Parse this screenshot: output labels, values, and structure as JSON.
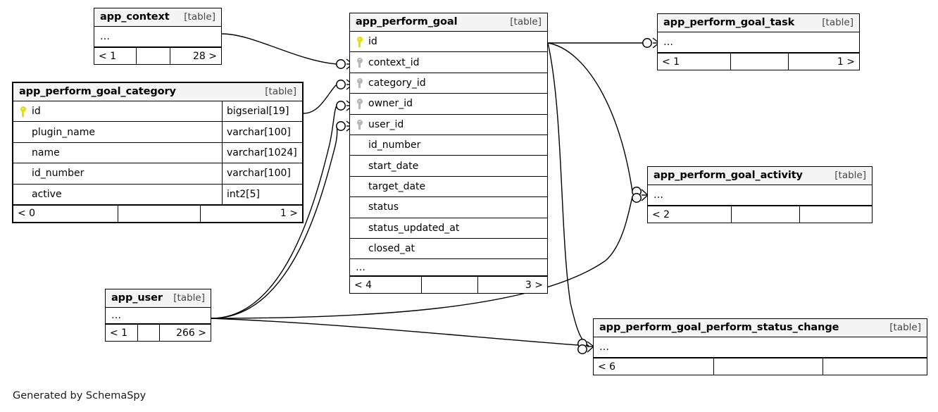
{
  "diagram": {
    "generator_note": "Generated by SchemaSpy",
    "table_tag": "[table]",
    "ellipsis": "…"
  },
  "tables": {
    "app_context": {
      "name": "app_context",
      "tag": "[table]",
      "rows": [
        {
          "name": "…",
          "type": "",
          "key": "none"
        }
      ],
      "footer": {
        "left": "< 1",
        "middle": "",
        "right": "28 >"
      }
    },
    "app_perform_goal": {
      "name": "app_perform_goal",
      "tag": "[table]",
      "rows": [
        {
          "name": "id",
          "type": "",
          "key": "pk"
        },
        {
          "name": "context_id",
          "type": "",
          "key": "fk"
        },
        {
          "name": "category_id",
          "type": "",
          "key": "fk"
        },
        {
          "name": "owner_id",
          "type": "",
          "key": "fk"
        },
        {
          "name": "user_id",
          "type": "",
          "key": "fk"
        },
        {
          "name": "id_number",
          "type": "",
          "key": "none"
        },
        {
          "name": "start_date",
          "type": "",
          "key": "none"
        },
        {
          "name": "target_date",
          "type": "",
          "key": "none"
        },
        {
          "name": "status",
          "type": "",
          "key": "none"
        },
        {
          "name": "status_updated_at",
          "type": "",
          "key": "none"
        },
        {
          "name": "closed_at",
          "type": "",
          "key": "none"
        },
        {
          "name": "…",
          "type": "",
          "key": "none"
        }
      ],
      "footer": {
        "left": "< 4",
        "middle": "",
        "right": "3 >"
      }
    },
    "app_perform_goal_task": {
      "name": "app_perform_goal_task",
      "tag": "[table]",
      "rows": [
        {
          "name": "…",
          "type": "",
          "key": "none"
        }
      ],
      "footer": {
        "left": "< 1",
        "middle": "",
        "right": "1 >"
      }
    },
    "app_perform_goal_category": {
      "name": "app_perform_goal_category",
      "tag": "[table]",
      "rows": [
        {
          "name": "id",
          "type": "bigserial[19]",
          "key": "pk"
        },
        {
          "name": "plugin_name",
          "type": "varchar[100]",
          "key": "none"
        },
        {
          "name": "name",
          "type": "varchar[1024]",
          "key": "none"
        },
        {
          "name": "id_number",
          "type": "varchar[100]",
          "key": "none"
        },
        {
          "name": "active",
          "type": "int2[5]",
          "key": "none"
        }
      ],
      "footer": {
        "left": "< 0",
        "middle": "",
        "right": "1 >"
      }
    },
    "app_perform_goal_activity": {
      "name": "app_perform_goal_activity",
      "tag": "[table]",
      "rows": [
        {
          "name": "…",
          "type": "",
          "key": "none"
        }
      ],
      "footer": {
        "left": "< 2",
        "middle": "",
        "right": ""
      }
    },
    "app_user": {
      "name": "app_user",
      "tag": "[table]",
      "rows": [
        {
          "name": "…",
          "type": "",
          "key": "none"
        }
      ],
      "footer": {
        "left": "< 1",
        "middle": "",
        "right": "266 >"
      }
    },
    "app_perform_goal_perform_status_change": {
      "name": "app_perform_goal_perform_status_change",
      "tag": "[table]",
      "rows": [
        {
          "name": "…",
          "type": "",
          "key": "none"
        }
      ],
      "footer": {
        "left": "< 6",
        "middle": "",
        "right": ""
      }
    }
  }
}
